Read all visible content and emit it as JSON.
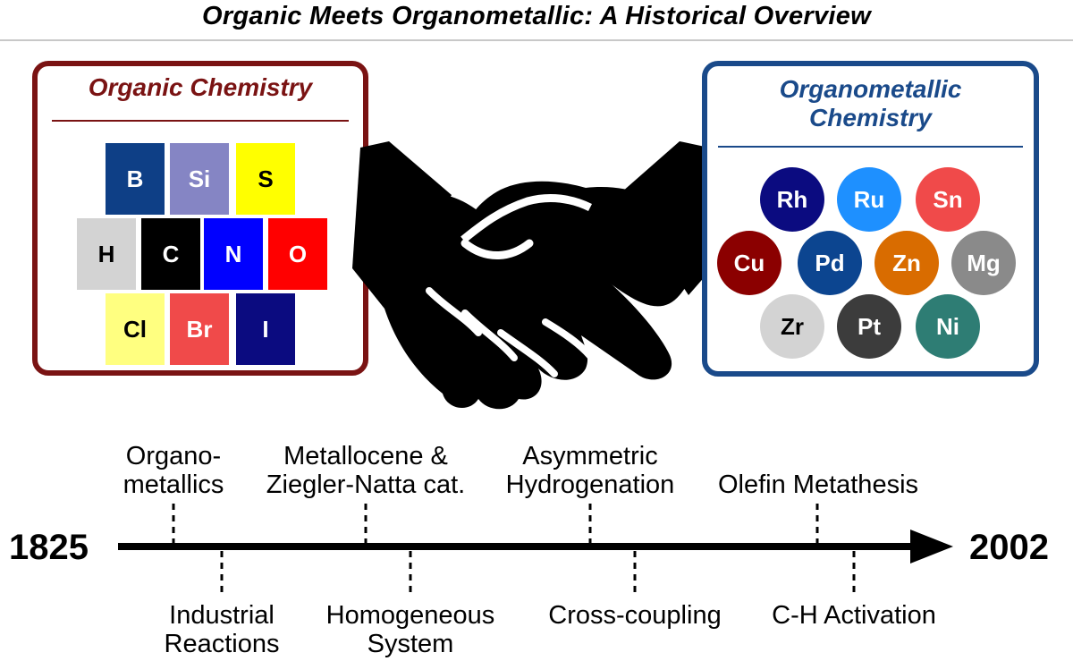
{
  "title": "Organic Meets Organometallic: A Historical Overview",
  "organic": {
    "title": "Organic Chemistry",
    "color": "#7a1313",
    "elements": [
      {
        "symbol": "B",
        "bg": "#0e3f86",
        "fg": "#ffffff"
      },
      {
        "symbol": "Si",
        "bg": "#8585c4",
        "fg": "#ffffff"
      },
      {
        "symbol": "S",
        "bg": "#ffff00",
        "fg": "#000000"
      },
      {
        "symbol": "H",
        "bg": "#d3d3d3",
        "fg": "#000000"
      },
      {
        "symbol": "C",
        "bg": "#000000",
        "fg": "#ffffff"
      },
      {
        "symbol": "N",
        "bg": "#0000ff",
        "fg": "#ffffff"
      },
      {
        "symbol": "O",
        "bg": "#ff0000",
        "fg": "#ffffff"
      },
      {
        "symbol": "Cl",
        "bg": "#ffff80",
        "fg": "#000000"
      },
      {
        "symbol": "Br",
        "bg": "#f04a4a",
        "fg": "#ffffff"
      },
      {
        "symbol": "I",
        "bg": "#0b0b80",
        "fg": "#ffffff"
      }
    ]
  },
  "organometallic": {
    "title_line1": "Organometallic",
    "title_line2": "Chemistry",
    "color": "#1a4a8a",
    "metals": [
      {
        "symbol": "Rh",
        "bg": "#0b0b80",
        "fg": "#ffffff"
      },
      {
        "symbol": "Ru",
        "bg": "#1e90ff",
        "fg": "#ffffff"
      },
      {
        "symbol": "Sn",
        "bg": "#f04a4a",
        "fg": "#ffffff"
      },
      {
        "symbol": "Cu",
        "bg": "#8b0000",
        "fg": "#ffffff"
      },
      {
        "symbol": "Pd",
        "bg": "#0c4590",
        "fg": "#ffffff"
      },
      {
        "symbol": "Zn",
        "bg": "#d96c00",
        "fg": "#ffffff"
      },
      {
        "symbol": "Mg",
        "bg": "#8a8a8a",
        "fg": "#ffffff"
      },
      {
        "symbol": "Zr",
        "bg": "#d3d3d3",
        "fg": "#000000"
      },
      {
        "symbol": "Pt",
        "bg": "#3c3c3c",
        "fg": "#ffffff"
      },
      {
        "symbol": "Ni",
        "bg": "#2e7d74",
        "fg": "#ffffff"
      }
    ]
  },
  "icon": "handshake-icon",
  "timeline": {
    "start_year": "1825",
    "end_year": "2002",
    "above": [
      {
        "line1": "Organo-",
        "line2": "metallics"
      },
      {
        "line1": "Metallocene &",
        "line2": "Ziegler-Natta cat."
      },
      {
        "line1": "Asymmetric",
        "line2": "Hydrogenation"
      },
      {
        "line1": "",
        "line2": "Olefin Metathesis"
      }
    ],
    "below": [
      {
        "line1": "Industrial",
        "line2": "Reactions"
      },
      {
        "line1": "Homogeneous",
        "line2": "System"
      },
      {
        "line1": "Cross-coupling",
        "line2": ""
      },
      {
        "line1": "C-H Activation",
        "line2": ""
      }
    ]
  }
}
